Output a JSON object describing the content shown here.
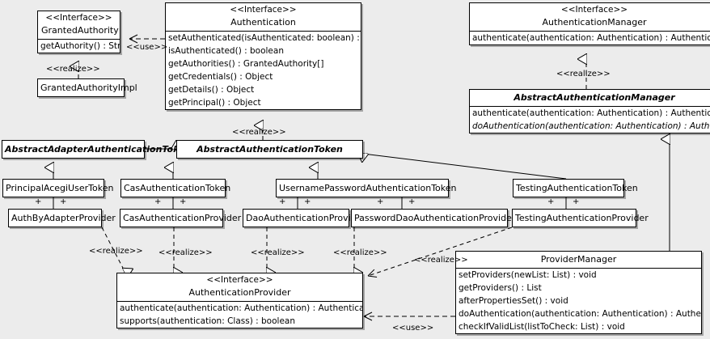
{
  "diagram": {
    "kind": "uml-class-diagram",
    "background": "#ececec",
    "line_color": "#000000",
    "box_fill": "#ffffff"
  },
  "classes": {
    "granted_authority": {
      "stereotype": "<<Interface>>",
      "name": "GrantedAuthority",
      "methods": [
        "getAuthority() : String"
      ]
    },
    "granted_authority_impl": {
      "name": "GrantedAuthorityImpl"
    },
    "authentication": {
      "stereotype": "<<Interface>>",
      "name": "Authentication",
      "methods": [
        "setAuthenticated(isAuthenticated: boolean) : void",
        "isAuthenticated() : boolean",
        "getAuthorities() : GrantedAuthority[]",
        "getCredentials() : Object",
        "getDetails() : Object",
        "getPrincipal() : Object"
      ]
    },
    "authentication_manager": {
      "stereotype": "<<Interface>>",
      "name": "AuthenticationManager",
      "methods": [
        "authenticate(authentication: Authentication) : Authentication"
      ]
    },
    "abstract_authentication_manager": {
      "name": "AbstractAuthenticationManager",
      "methods": [
        "authenticate(authentication: Authentication) : Authentication",
        "doAuthentication(authentication: Authentication) : Authentication"
      ]
    },
    "abstract_adapter_authentication_token": {
      "name": "AbstractAdapterAuthenticationToken"
    },
    "abstract_authentication_token": {
      "name": "AbstractAuthenticationToken"
    },
    "principal_acegi_user_token": {
      "name": "PrincipalAcegiUserToken"
    },
    "cas_authentication_token": {
      "name": "CasAuthenticationToken"
    },
    "username_password_authentication_token": {
      "name": "UsernamePasswordAuthenticationToken"
    },
    "testing_authentication_token": {
      "name": "TestingAuthenticationToken"
    },
    "auth_by_adapter_provider": {
      "name": "AuthByAdapterProvider"
    },
    "cas_authentication_provider": {
      "name": "CasAuthenticationProvider"
    },
    "dao_authentication_provider": {
      "name": "DaoAuthenticationProvider"
    },
    "password_dao_authentication_provider": {
      "name": "PasswordDaoAuthenticationProvider"
    },
    "testing_authentication_provider": {
      "name": "TestingAuthenticationProvider"
    },
    "authentication_provider": {
      "stereotype": "<<Interface>>",
      "name": "AuthenticationProvider",
      "methods": [
        "authenticate(authentication: Authentication) : Authentication",
        "supports(authentication: Class) : boolean"
      ]
    },
    "provider_manager": {
      "name": "ProviderManager",
      "methods": [
        "setProviders(newList: List) : void",
        "getProviders() : List",
        "afterPropertiesSet() : void",
        "doAuthentication(authentication: Authentication) : Authentication",
        "checkIfValidList(listToCheck: List) : void"
      ]
    }
  },
  "edge_labels": {
    "use_granted_authority": "<<use>>",
    "realize_granted_authority_impl": "<<realize>>",
    "realize_abstract_authentication_token": "<<realize>>",
    "realize_abstract_authentication_manager": "<<realize>>",
    "realize_auth_by_adapter": "<<realize>>",
    "realize_cas_provider": "<<realize>>",
    "realize_dao_provider": "<<realize>>",
    "realize_password_dao_provider": "<<realize>>",
    "realize_testing_provider": "<<realize>>",
    "use_provider_manager": "<<use>>"
  },
  "multiplicities": {
    "plus": "+"
  }
}
